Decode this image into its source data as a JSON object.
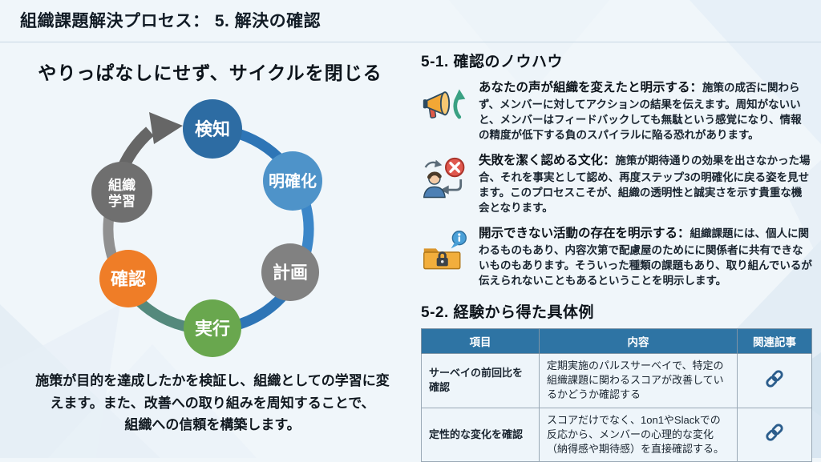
{
  "page": {
    "title": "組織課題解決プロセス： 5. 解決の確認"
  },
  "left": {
    "heading": "やりっぱなしにせず、サイクルを閉じる",
    "diagram": {
      "steps": [
        {
          "label": "検知",
          "color": "#2d6ca3"
        },
        {
          "label": "明確化",
          "color": "#4e93c9"
        },
        {
          "label": "計画",
          "color": "#818181"
        },
        {
          "label": "実行",
          "color": "#69a74e"
        },
        {
          "label": "確認",
          "color": "#ef7d27"
        },
        {
          "label_line1": "組織",
          "label_line2": "学習",
          "color": "#6f6f6f"
        }
      ],
      "arc_colors": {
        "blue": "#2e75b6",
        "light_blue": "#3b86c8",
        "teal": "#54897c",
        "gray": "#909090",
        "arrow": "#666666"
      }
    },
    "description_lines": [
      "施策が目的を達成したかを検証し、組織としての学習に変",
      "えます。また、改善への取り組みを周知することで、",
      "組織への信頼を構築します。"
    ]
  },
  "right": {
    "section1": {
      "heading": "5-1. 確認のノウハウ",
      "items": [
        {
          "icon": "megaphone-up-arrow-icon",
          "lead": "あなたの声が組織を変えたと明示する：",
          "body": "施策の成否に関わらず、メンバーに対してアクションの結果を伝えます。周知がないいと、メンバーはフィードバックしても無駄という感覚になり、情報の精度が低下する負のスパイラルに陥る恐れがあります。"
        },
        {
          "icon": "person-reject-icon",
          "lead": "失敗を潔く認める文化：",
          "body": "施策が期待通りの効果を出さなかった場合、それを事実として認め、再度ステップ3の明確化に戻る姿を見せます。このプロセスこそが、組織の透明性と誠実さを示す貴重な機会となります。"
        },
        {
          "icon": "locked-folder-info-icon",
          "lead": "開示できない活動の存在を明示する：",
          "body": "組織課題には、個人に関わるものもあり、内容次第で配慮屋のためにに関係者に共有できないものもあります。そういった種類の課題もあり、取り組んでいるが伝えられないこともあるということを明示します。"
        }
      ]
    },
    "section2": {
      "heading": "5-2. 経験から得た具体例",
      "table": {
        "header_bg": "#2e74a4",
        "link_color": "#2b5d8c",
        "headers": [
          "項目",
          "内容",
          "関連記事"
        ],
        "rows": [
          {
            "item": "サーベイの前回比を確認",
            "content": "定期実施のパルスサーベイで、特定の組織課題に関わるスコアが改善しているかどうか確認する",
            "link": "link-icon"
          },
          {
            "item": "定性的な変化を確認",
            "content": "スコアだけでなく、1on1やSlackでの反応から、メンバーの心理的な変化（納得感や期待感）を直接確認する。",
            "link": "link-icon"
          }
        ]
      }
    }
  }
}
